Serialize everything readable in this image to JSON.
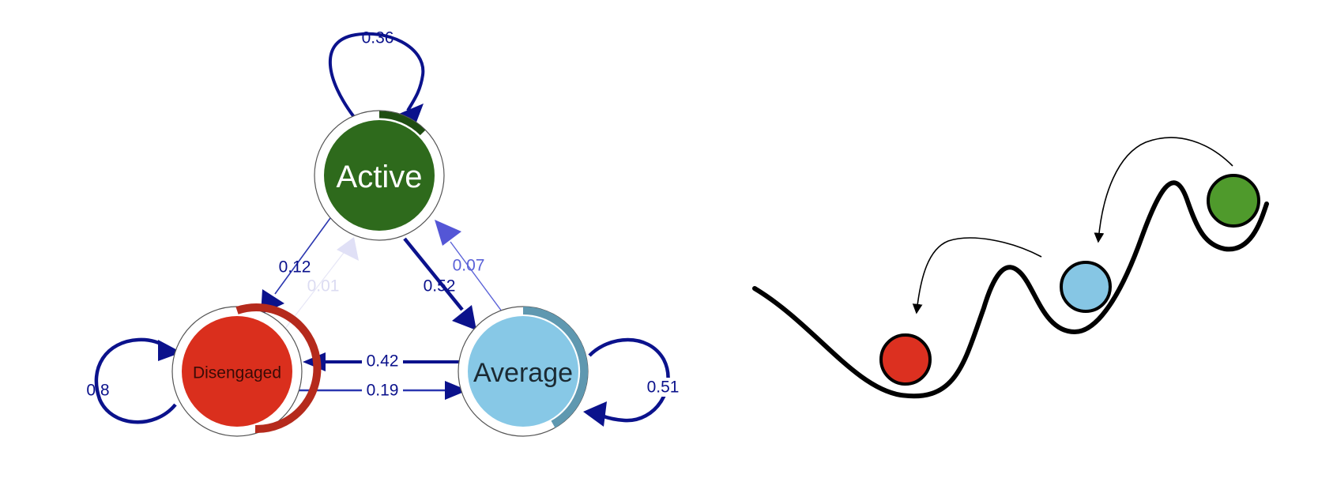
{
  "markov_chain": {
    "states": {
      "active": {
        "label": "Active",
        "color": "#2e6a1c",
        "ring": "#1f4d12"
      },
      "disengaged": {
        "label": "Disengaged",
        "color": "#da2f1d",
        "ring": "#b52a1c"
      },
      "average": {
        "label": "Average",
        "color": "#87c8e6",
        "ring": "#5f98b0"
      }
    },
    "transitions": [
      {
        "from": "Active",
        "to": "Active",
        "label": "0.36"
      },
      {
        "from": "Active",
        "to": "Disengaged",
        "label": "0.12"
      },
      {
        "from": "Active",
        "to": "Average",
        "label": "0.52"
      },
      {
        "from": "Disengaged",
        "to": "Disengaged",
        "label": "0.8"
      },
      {
        "from": "Disengaged",
        "to": "Active",
        "label": "0.01"
      },
      {
        "from": "Disengaged",
        "to": "Average",
        "label": "0.19"
      },
      {
        "from": "Average",
        "to": "Average",
        "label": "0.51"
      },
      {
        "from": "Average",
        "to": "Active",
        "label": "0.07"
      },
      {
        "from": "Average",
        "to": "Disengaged",
        "label": "0.42"
      }
    ],
    "edge_color": "#0b128c"
  },
  "landscape": {
    "balls": [
      {
        "state": "Active",
        "color": "#4f9a2c"
      },
      {
        "state": "Average",
        "color": "#86c6e4"
      },
      {
        "state": "Disengaged",
        "color": "#dc3020"
      }
    ]
  }
}
